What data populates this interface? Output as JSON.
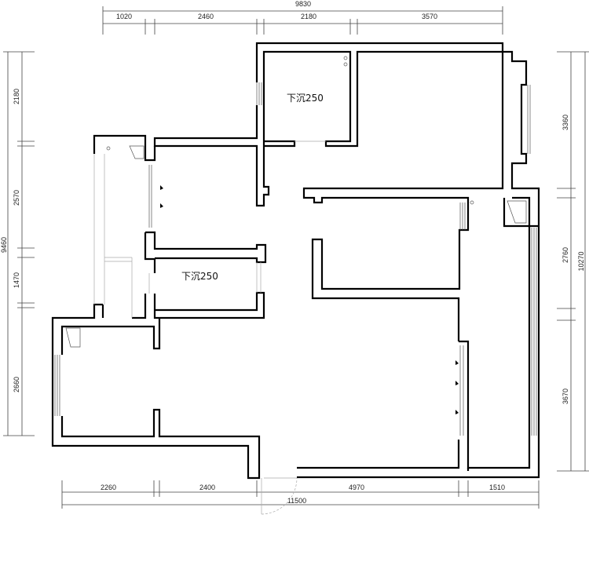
{
  "dimensions": {
    "top_total": "9830",
    "top_segments": [
      "1020",
      "2460",
      "2180",
      "3570"
    ],
    "left_total": "9460",
    "left_segments": [
      "2180",
      "2570",
      "1470",
      "2660"
    ],
    "right_total": "10270",
    "right_segments": [
      "3360",
      "2760",
      "3670"
    ],
    "bottom_total": "11500",
    "bottom_segments": [
      "2260",
      "2400",
      "4970",
      "1510"
    ]
  },
  "rooms": {
    "sunken_1": "下沉250",
    "sunken_2": "下沉250"
  }
}
